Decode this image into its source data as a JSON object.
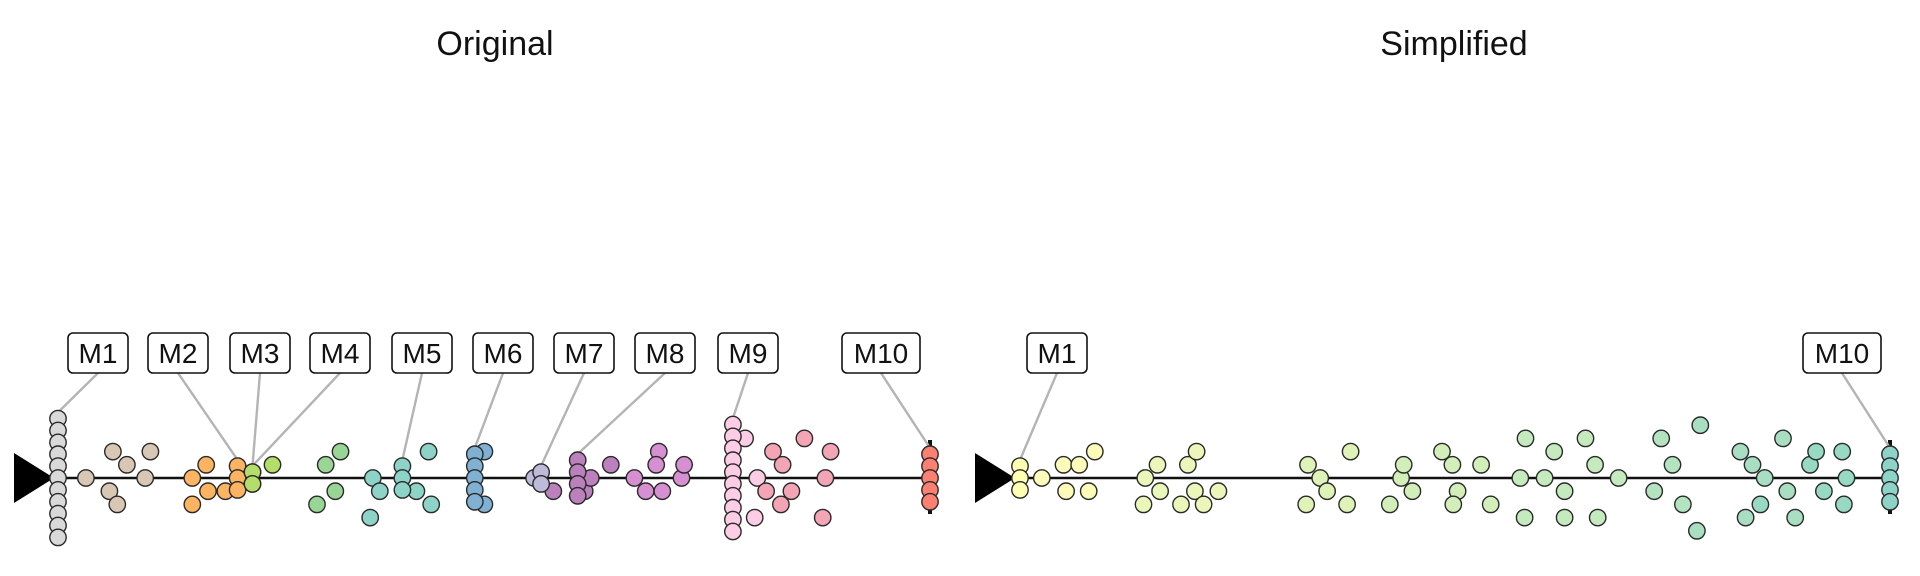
{
  "chart_data": [
    {
      "type": "scatter",
      "title": "Original",
      "xlim": [
        0,
        100
      ],
      "grid": false,
      "markers": [
        {
          "label": "M1",
          "x": 0.0,
          "color": "#d9d9d9",
          "count": 11
        },
        {
          "label": "M2",
          "x": 20.6,
          "color": "#fdb462",
          "count": 3
        },
        {
          "label": "M3",
          "x": 22.3,
          "color": "#fdb462",
          "count": 2
        },
        {
          "label": "M4",
          "x": 22.3,
          "color": "#b3de69",
          "count": 2
        },
        {
          "label": "M5",
          "x": 39.5,
          "color": "#8dd3c7",
          "count": 3
        },
        {
          "label": "M6",
          "x": 47.8,
          "color": "#80b1d3",
          "count": 5
        },
        {
          "label": "M7",
          "x": 55.4,
          "color": "#bebada",
          "count": 2
        },
        {
          "label": "M8",
          "x": 59.6,
          "color": "#bc80bd",
          "count": 4
        },
        {
          "label": "M9",
          "x": 77.4,
          "color": "#fccde5",
          "count": 10
        },
        {
          "label": "M10",
          "x": 100.0,
          "color": "#fb8072",
          "count": 5
        }
      ],
      "points": [
        {
          "x": 3.2,
          "y": 0,
          "color": "#d9c7b5"
        },
        {
          "x": 6.3,
          "y": 2,
          "color": "#d9c7b5"
        },
        {
          "x": 7.9,
          "y": 1,
          "color": "#d9c7b5"
        },
        {
          "x": 10.0,
          "y": 0,
          "color": "#d9c7b5"
        },
        {
          "x": 10.6,
          "y": 2,
          "color": "#d9c7b5"
        },
        {
          "x": 5.9,
          "y": -1,
          "color": "#d9c7b5"
        },
        {
          "x": 6.8,
          "y": -2,
          "color": "#d9c7b5"
        },
        {
          "x": 15.4,
          "y": 0,
          "color": "#fdb462"
        },
        {
          "x": 17.0,
          "y": 1,
          "color": "#fdb462"
        },
        {
          "x": 17.2,
          "y": -1,
          "color": "#fdb462"
        },
        {
          "x": 15.4,
          "y": -2,
          "color": "#fdb462"
        },
        {
          "x": 19.2,
          "y": -1,
          "color": "#fdb462"
        },
        {
          "x": 24.6,
          "y": 1,
          "color": "#b3de69"
        },
        {
          "x": 30.7,
          "y": 1,
          "color": "#99d594"
        },
        {
          "x": 32.4,
          "y": 2,
          "color": "#99d594"
        },
        {
          "x": 31.8,
          "y": -1,
          "color": "#99d594"
        },
        {
          "x": 29.7,
          "y": -2,
          "color": "#99d594"
        },
        {
          "x": 36.1,
          "y": 0,
          "color": "#8dd3c7"
        },
        {
          "x": 35.8,
          "y": -3,
          "color": "#8dd3c7"
        },
        {
          "x": 42.5,
          "y": 2,
          "color": "#8dd3c7"
        },
        {
          "x": 41.1,
          "y": -1,
          "color": "#8dd3c7"
        },
        {
          "x": 42.8,
          "y": -2,
          "color": "#8dd3c7"
        },
        {
          "x": 36.9,
          "y": -1,
          "color": "#8dd3c7"
        },
        {
          "x": 48.9,
          "y": 2,
          "color": "#80b1d3"
        },
        {
          "x": 48.9,
          "y": -2,
          "color": "#80b1d3"
        },
        {
          "x": 54.6,
          "y": 0,
          "color": "#bebada"
        },
        {
          "x": 56.8,
          "y": -1,
          "color": "#bc80bd"
        },
        {
          "x": 60.4,
          "y": -1,
          "color": "#bc80bd"
        },
        {
          "x": 61.1,
          "y": 0,
          "color": "#bc80bd"
        },
        {
          "x": 63.4,
          "y": 1,
          "color": "#bc80bd"
        },
        {
          "x": 66.1,
          "y": 0,
          "color": "#d68fd0"
        },
        {
          "x": 67.4,
          "y": -1,
          "color": "#d68fd0"
        },
        {
          "x": 68.9,
          "y": 2,
          "color": "#d68fd0"
        },
        {
          "x": 69.3,
          "y": -1,
          "color": "#d68fd0"
        },
        {
          "x": 71.5,
          "y": 0,
          "color": "#d68fd0"
        },
        {
          "x": 71.8,
          "y": 1,
          "color": "#d68fd0"
        },
        {
          "x": 68.6,
          "y": 1,
          "color": "#d68fd0"
        },
        {
          "x": 78.8,
          "y": 3,
          "color": "#fccde5"
        },
        {
          "x": 80.2,
          "y": 0,
          "color": "#fccde5"
        },
        {
          "x": 79.9,
          "y": -3,
          "color": "#fccde5"
        },
        {
          "x": 82.0,
          "y": 2,
          "color": "#f4a5b5"
        },
        {
          "x": 83.1,
          "y": 1,
          "color": "#f4a5b5"
        },
        {
          "x": 85.6,
          "y": 3,
          "color": "#f4a5b5"
        },
        {
          "x": 84.1,
          "y": -1,
          "color": "#f4a5b5"
        },
        {
          "x": 81.2,
          "y": -1,
          "color": "#f4a5b5"
        },
        {
          "x": 82.9,
          "y": -2,
          "color": "#f4a5b5"
        },
        {
          "x": 88.6,
          "y": 2,
          "color": "#f4a5b5"
        },
        {
          "x": 88.0,
          "y": 0,
          "color": "#f4a5b5"
        },
        {
          "x": 87.7,
          "y": -3,
          "color": "#f4a5b5"
        }
      ]
    },
    {
      "type": "scatter",
      "title": "Simplified",
      "xlim": [
        0,
        100
      ],
      "grid": false,
      "markers": [
        {
          "label": "M1",
          "x": 0.0,
          "color": "#ffffb3",
          "count": 3
        },
        {
          "label": "M10",
          "x": 100.0,
          "color": "#8dd3c7",
          "count": 5
        }
      ],
      "points": [
        {
          "x": 2.5,
          "y": 0,
          "color": "#fcfbb9"
        },
        {
          "x": 5.0,
          "y": 1,
          "color": "#fcfbb9"
        },
        {
          "x": 5.3,
          "y": -1,
          "color": "#fcfbb9"
        },
        {
          "x": 6.8,
          "y": 1,
          "color": "#fcfbb9"
        },
        {
          "x": 7.9,
          "y": -1,
          "color": "#fcfbb9"
        },
        {
          "x": 8.6,
          "y": 2,
          "color": "#fcfbb9"
        },
        {
          "x": 14.4,
          "y": 0,
          "color": "#eaf6ba"
        },
        {
          "x": 15.8,
          "y": 1,
          "color": "#eaf6ba"
        },
        {
          "x": 16.1,
          "y": -1,
          "color": "#eaf6ba"
        },
        {
          "x": 14.2,
          "y": -2,
          "color": "#eaf6ba"
        },
        {
          "x": 18.5,
          "y": -2,
          "color": "#eaf6ba"
        },
        {
          "x": 19.3,
          "y": 1,
          "color": "#eaf6ba"
        },
        {
          "x": 20.1,
          "y": -1,
          "color": "#eaf6ba"
        },
        {
          "x": 20.3,
          "y": 2,
          "color": "#eaf6ba"
        },
        {
          "x": 21.1,
          "y": -2,
          "color": "#eaf6ba"
        },
        {
          "x": 22.8,
          "y": -1,
          "color": "#eaf6ba"
        },
        {
          "x": 33.1,
          "y": 1,
          "color": "#dff2b8"
        },
        {
          "x": 34.5,
          "y": 0,
          "color": "#dff2b8"
        },
        {
          "x": 35.3,
          "y": -1,
          "color": "#dff2b8"
        },
        {
          "x": 32.9,
          "y": -2,
          "color": "#dff2b8"
        },
        {
          "x": 37.6,
          "y": -2,
          "color": "#dff2b8"
        },
        {
          "x": 38.0,
          "y": 2,
          "color": "#dff2b8"
        },
        {
          "x": 42.5,
          "y": -2,
          "color": "#d2efba"
        },
        {
          "x": 43.8,
          "y": 0,
          "color": "#d2efba"
        },
        {
          "x": 44.1,
          "y": 1,
          "color": "#d2efba"
        },
        {
          "x": 45.1,
          "y": -1,
          "color": "#d2efba"
        },
        {
          "x": 48.5,
          "y": 2,
          "color": "#d2efba"
        },
        {
          "x": 49.7,
          "y": 1,
          "color": "#d2efba"
        },
        {
          "x": 50.3,
          "y": -1,
          "color": "#d2efba"
        },
        {
          "x": 49.8,
          "y": -2,
          "color": "#d2efba"
        },
        {
          "x": 53.0,
          "y": 1,
          "color": "#d2efba"
        },
        {
          "x": 54.1,
          "y": -2,
          "color": "#d2efba"
        },
        {
          "x": 57.5,
          "y": 0,
          "color": "#c4eabe"
        },
        {
          "x": 58.1,
          "y": 3,
          "color": "#c4eabe"
        },
        {
          "x": 58.0,
          "y": -3,
          "color": "#c4eabe"
        },
        {
          "x": 60.3,
          "y": 0,
          "color": "#c4eabe"
        },
        {
          "x": 61.4,
          "y": 2,
          "color": "#c4eabe"
        },
        {
          "x": 62.6,
          "y": -1,
          "color": "#c4eabe"
        },
        {
          "x": 62.6,
          "y": -3,
          "color": "#c4eabe"
        },
        {
          "x": 65.0,
          "y": 3,
          "color": "#c4eabe"
        },
        {
          "x": 66.1,
          "y": 1,
          "color": "#c4eabe"
        },
        {
          "x": 66.4,
          "y": -3,
          "color": "#c4eabe"
        },
        {
          "x": 68.8,
          "y": 0,
          "color": "#c4eabe"
        },
        {
          "x": 73.7,
          "y": 3,
          "color": "#b4e3c0"
        },
        {
          "x": 72.9,
          "y": -1,
          "color": "#b4e3c0"
        },
        {
          "x": 75.0,
          "y": 1,
          "color": "#b4e3c0"
        },
        {
          "x": 76.2,
          "y": -2,
          "color": "#b4e3c0"
        },
        {
          "x": 78.2,
          "y": 4,
          "color": "#a8dec2"
        },
        {
          "x": 77.8,
          "y": -4,
          "color": "#a8dec2"
        },
        {
          "x": 82.8,
          "y": 2,
          "color": "#a8dec2"
        },
        {
          "x": 84.2,
          "y": 1,
          "color": "#a8dec2"
        },
        {
          "x": 83.4,
          "y": -3,
          "color": "#a8dec2"
        },
        {
          "x": 85.6,
          "y": 0,
          "color": "#a8dec2"
        },
        {
          "x": 87.7,
          "y": 3,
          "color": "#a8dec2"
        },
        {
          "x": 88.2,
          "y": -1,
          "color": "#a8dec2"
        },
        {
          "x": 89.1,
          "y": -3,
          "color": "#a8dec2"
        },
        {
          "x": 90.8,
          "y": 1,
          "color": "#98d9c4"
        },
        {
          "x": 91.5,
          "y": 2,
          "color": "#98d9c4"
        },
        {
          "x": 92.4,
          "y": -1,
          "color": "#98d9c4"
        },
        {
          "x": 94.5,
          "y": 2,
          "color": "#98d9c4"
        },
        {
          "x": 95.0,
          "y": 0,
          "color": "#98d9c4"
        },
        {
          "x": 94.7,
          "y": -2,
          "color": "#98d9c4"
        },
        {
          "x": 85.1,
          "y": -2,
          "color": "#98d9c4"
        }
      ]
    }
  ]
}
